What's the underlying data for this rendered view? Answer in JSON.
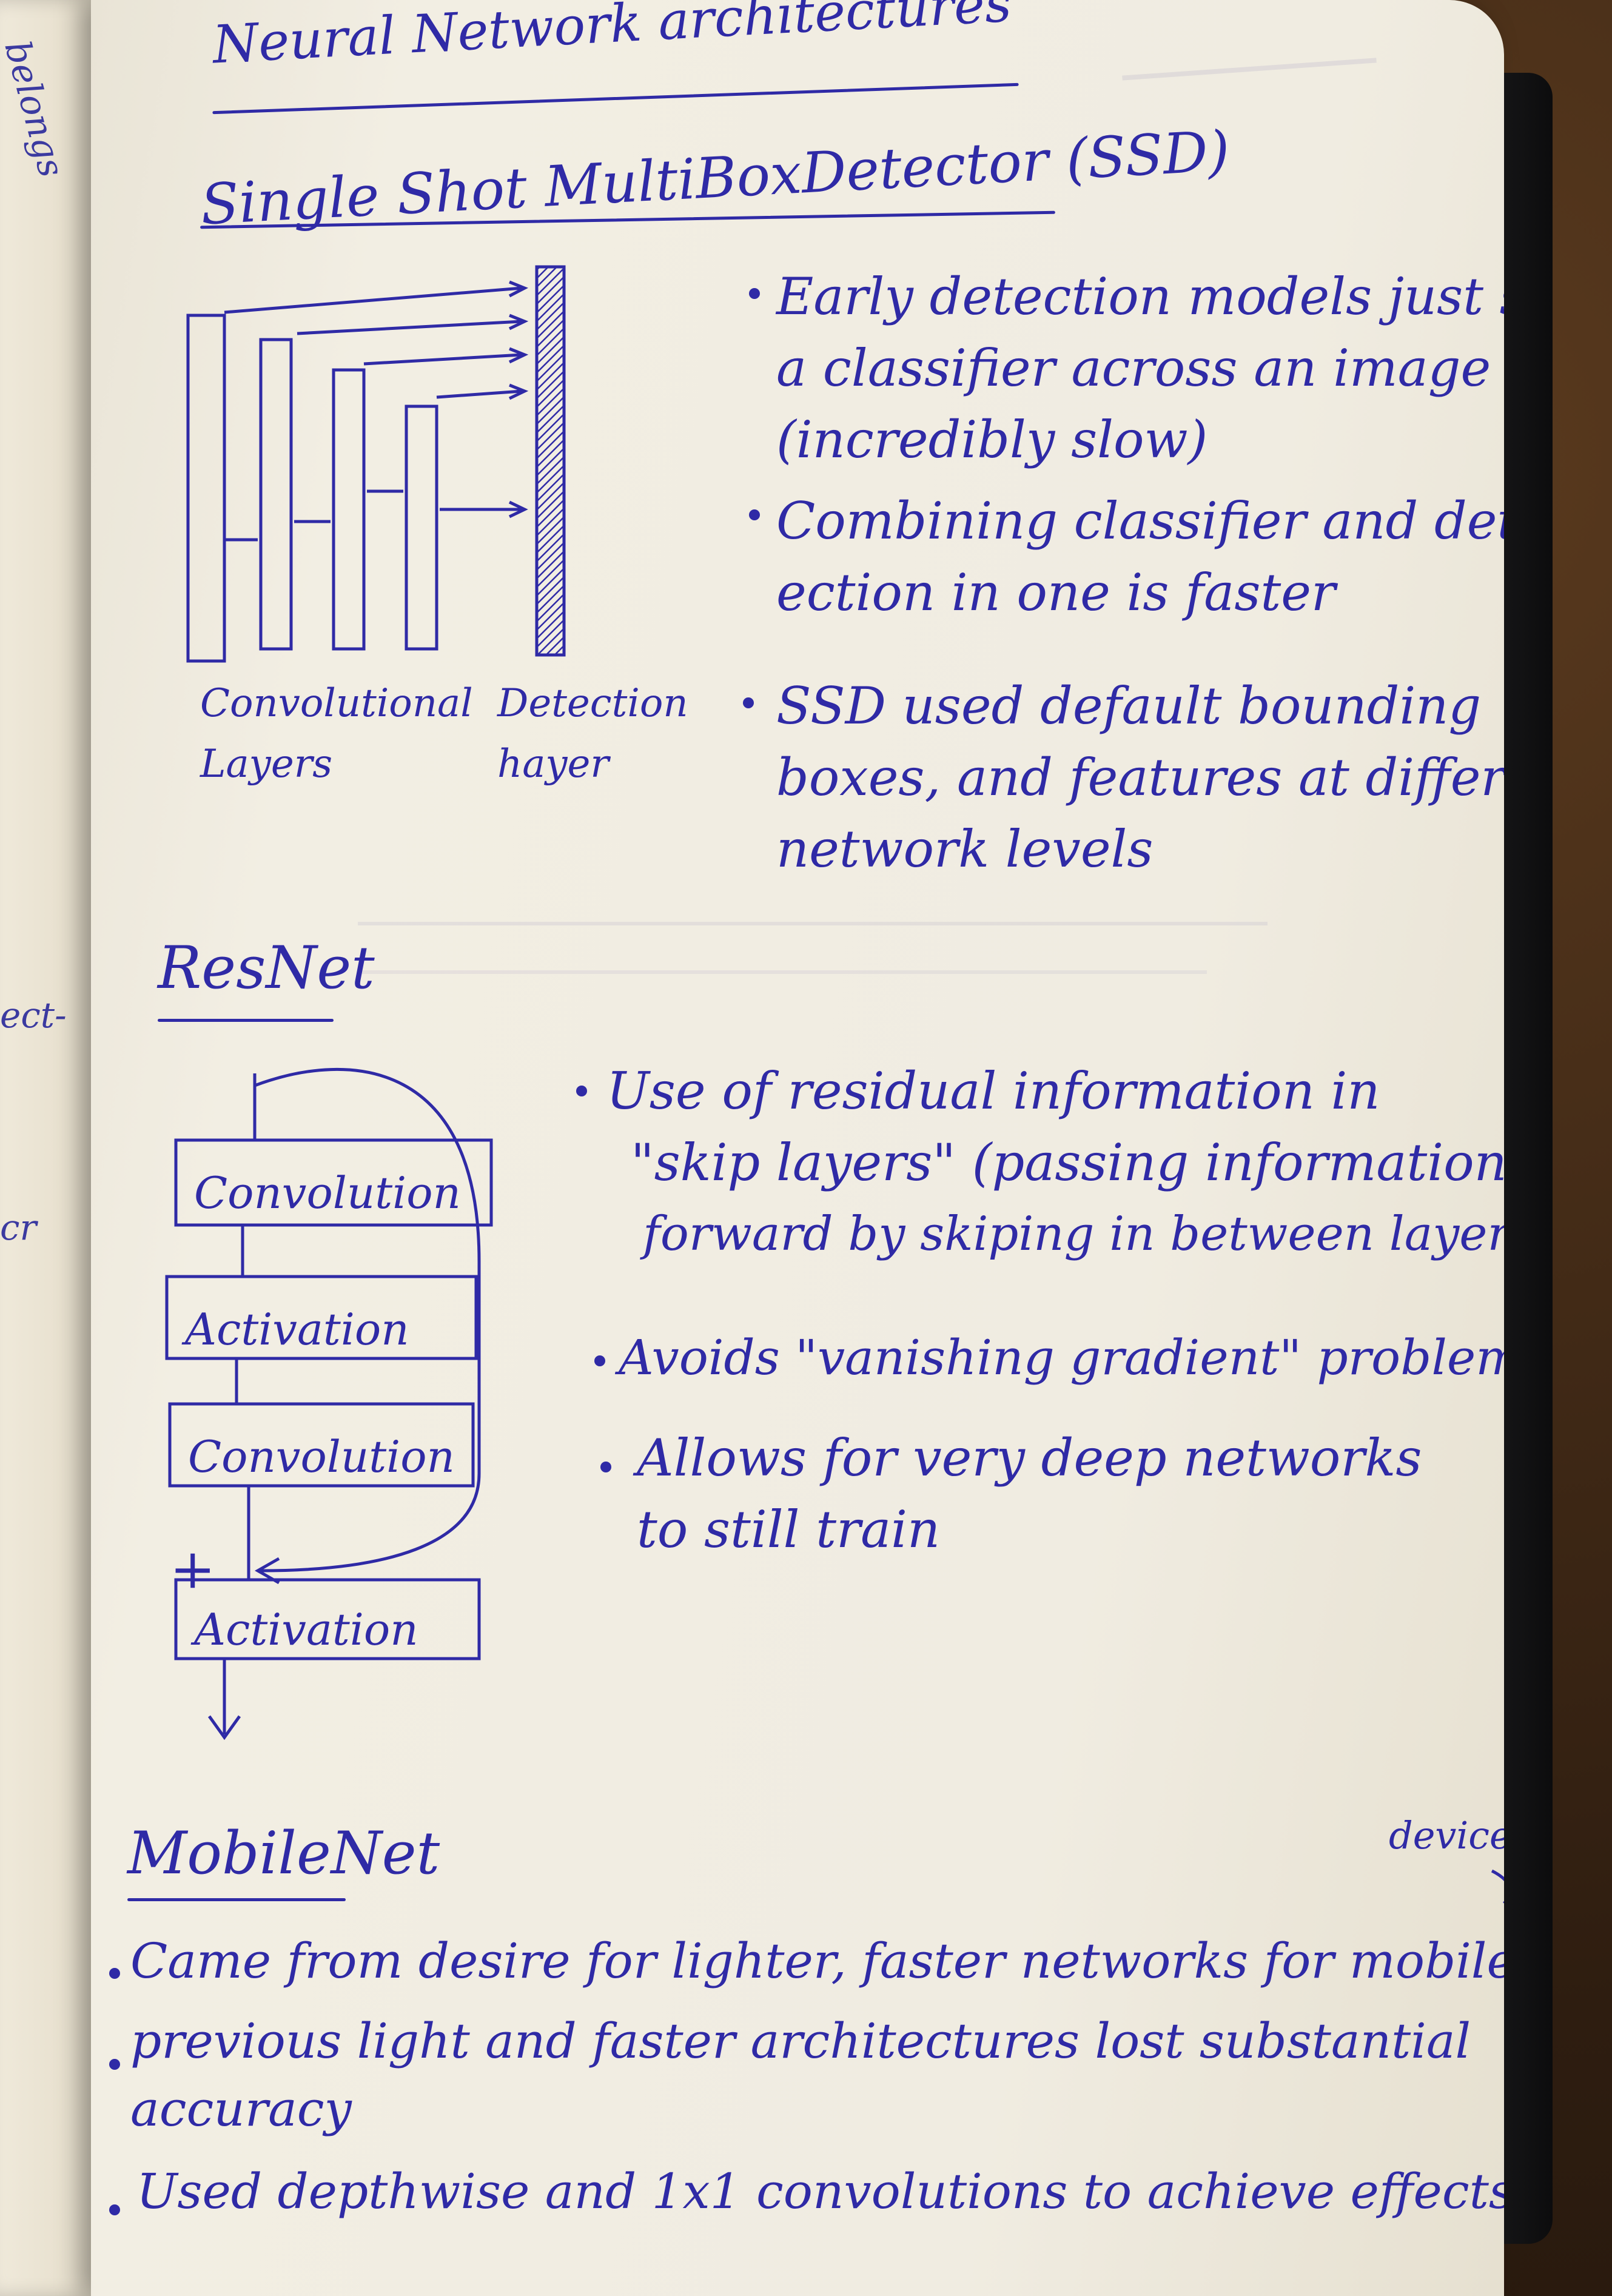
{
  "page_title": "Neural Network architectures",
  "ssd": {
    "heading": "Single Shot MultiBoxDetector (SSD)",
    "diagram": {
      "conv_label_line1": "Convolutional",
      "conv_label_line2": "Layers",
      "det_label_line1": "Detection",
      "det_label_line2": "hayer"
    },
    "bullets": [
      [
        "Early detection models just slid",
        "a classifier across an image",
        "(incredibly slow)"
      ],
      [
        "Combining classifier and det-",
        "ection in one is faster"
      ],
      [
        "SSD used default bounding",
        "boxes, and features at different",
        "network levels"
      ]
    ]
  },
  "resnet": {
    "heading": "ResNet",
    "blocks": [
      "Convolution",
      "Activation",
      "Convolution",
      "Activation"
    ],
    "plus": "+",
    "bullets": [
      [
        "Use of residual information in",
        "\"skip layers\" (passing information",
        "forward by skiping in between layers"
      ],
      [
        "Avoids \"vanishing gradient\" problem"
      ],
      [
        "Allows for very deep networks",
        "to still train"
      ]
    ]
  },
  "mobilenet": {
    "heading": "MobileNet",
    "annotation": "devices",
    "bullets": [
      [
        "Came from desire for lighter, faster networks for mobile"
      ],
      [
        "previous light and faster architectures lost substantial",
        "accuracy"
      ],
      [
        "Used depthwise and 1x1 convolutions to achieve effects"
      ]
    ]
  },
  "previous_page": {
    "fragments": [
      "belongs",
      "ect-",
      "cr"
    ]
  },
  "colors": {
    "ink": "#2f2aa6",
    "paper": "#f0ece1",
    "desk": "#3a2616"
  }
}
